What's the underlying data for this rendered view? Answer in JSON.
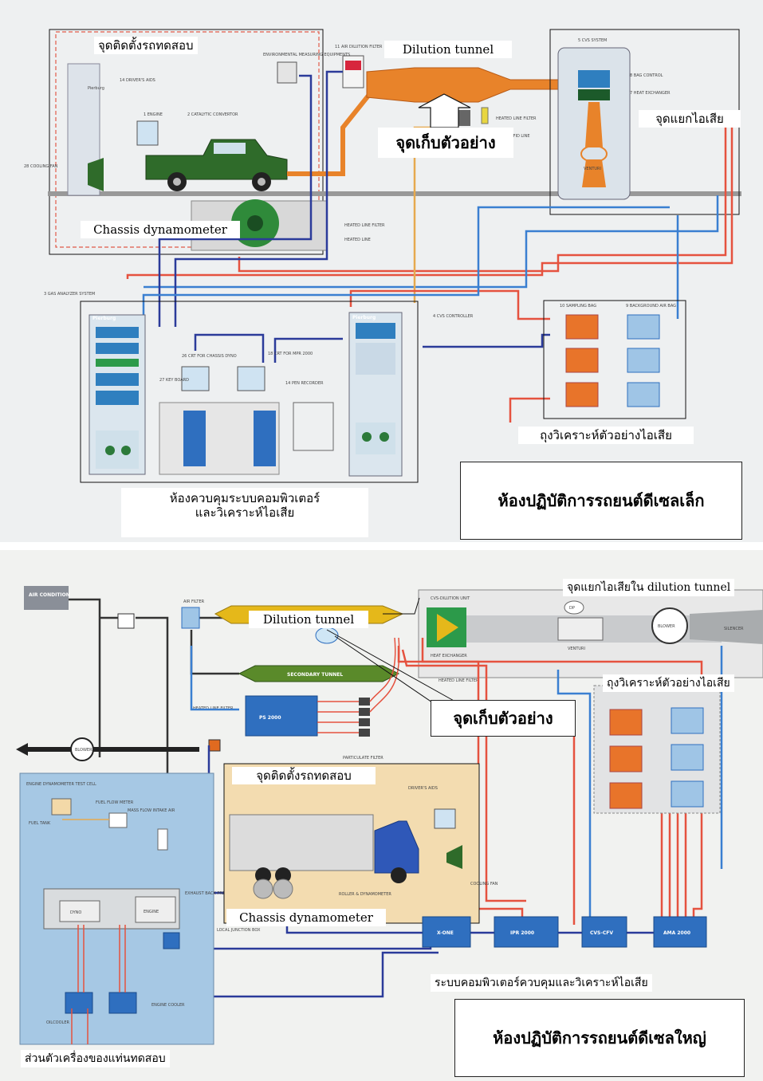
{
  "top_panel": {
    "test_vehicle_area": "จุดติดตั้งรถทดสอบ",
    "dilution_tunnel": "Dilution tunnel",
    "sampling_point": "จุดเก็บตัวอย่าง",
    "exhaust_separation": "จุดแยกไอเสีย",
    "chassis_dynamometer": "Chassis dynamometer",
    "sample_bags": "ถุงวิเคราะห์ตัวอย่างไอเสีย",
    "control_room_line1": "ห้องควบคุมระบบคอมพิวเตอร์",
    "control_room_line2": "และวิเคราะห์ไอเสีย",
    "title": "ห้องปฏิบัติการรถยนต์ดีเซลเล็ก"
  },
  "bottom_panel": {
    "dilution_tunnel": "Dilution tunnel",
    "exhaust_separation": "จุดแยกไอเสียใน dilution tunnel",
    "sample_bags": "ถุงวิเคราะห์ตัวอย่างไอเสีย",
    "sampling_point": "จุดเก็บตัวอย่าง",
    "test_vehicle_area": "จุดติดตั้งรถทดสอบ",
    "chassis_dynamometer": "Chassis dynamometer",
    "computer_system": "ระบบคอมพิวเตอร์ควบคุมและวิเคราะห์ไอเสีย",
    "engine_bench": "ส่วนตัวเครื่องของแท่นทดสอบ",
    "title": "ห้องปฏิบัติการรถยนต์ดีเซลใหญ่"
  },
  "equipment_labels": {
    "top": {
      "driver_aids": "14 DRIVER'S AIDS",
      "engine": "1 ENGINE",
      "catalytic": "2 CATALYTIC CONVERTOR",
      "cooling_fan": "28 COOLING FAN",
      "environmental": "ENVIRONMENTAL MEASURING EQUIPMENTS",
      "air_dilution": "11 AIR DILUTION FILTER",
      "cvs_system": "5 CVS SYSTEM",
      "bag_control": "8 BAG CONTROL",
      "heat_exchanger": "7 HEAT EXCHANGER",
      "venturi": "VENTURI",
      "heated_line_filter": "HEATED LINE FILTER",
      "heated_fid_line": "HEATED FID LINE",
      "heated_line": "HEATED LINE",
      "gas_analyzer": "3 GAS ANALYZER SYSTEM",
      "cvs_controller": "4 CVS CONTROLLER",
      "sampling_bag": "10 SAMPLING BAG",
      "background_bag": "9 BACKGROUND AIR BAG",
      "crt_chassis": "26 CRT FOR CHASSIS DYNO",
      "crt_mpr": "18 CRT FOR MPR 2000",
      "key_board": "27 KEY BOARD",
      "pen_recorder": "14 PEN RECORDER",
      "brand": "Pierburg"
    },
    "bottom": {
      "air_condition": "AIR CONDITION",
      "air_filter": "AIR FILTER",
      "cvs_dilution_unit": "CVS-DILUTION UNIT",
      "heat_exchanger": "HEAT EXCHANGER",
      "venturi": "VENTURI",
      "dp": "DP",
      "blower": "BLOWER",
      "silencer": "SILENCER",
      "heated_line_filter": "HEATED LINE FILTER",
      "secondary_tunnel": "SECONDARY TUNNEL",
      "ps2000": "PS 2000",
      "particulate_filter": "PARTICULATE FILTER",
      "engine_cell": "ENGINE DYNAMOMETER TEST CELL",
      "fuel_flow": "FUEL FLOW METER",
      "mass_flow": "MASS FLOW INTAKE AIR",
      "fuel_tank": "FUEL TANK",
      "dyno": "DYNO",
      "engine": "ENGINE",
      "exhaust_back": "EXHAUST BACK PRESSURE CONTROL",
      "oil_cooler": "OILCOOLER",
      "engine_cooler": "ENGINE COOLER",
      "driver_aids": "DRIVER'S AIDS",
      "cooling_fan": "COOLING FAN",
      "roller": "ROLLER & DYNAMOMETER",
      "junction": "LOCAL JUNCTION BOX",
      "x_one": "X-ONE",
      "ipr": "IPR 2000",
      "cvs_cfv": "CVS-CFV",
      "ama": "AMA 2000"
    }
  }
}
